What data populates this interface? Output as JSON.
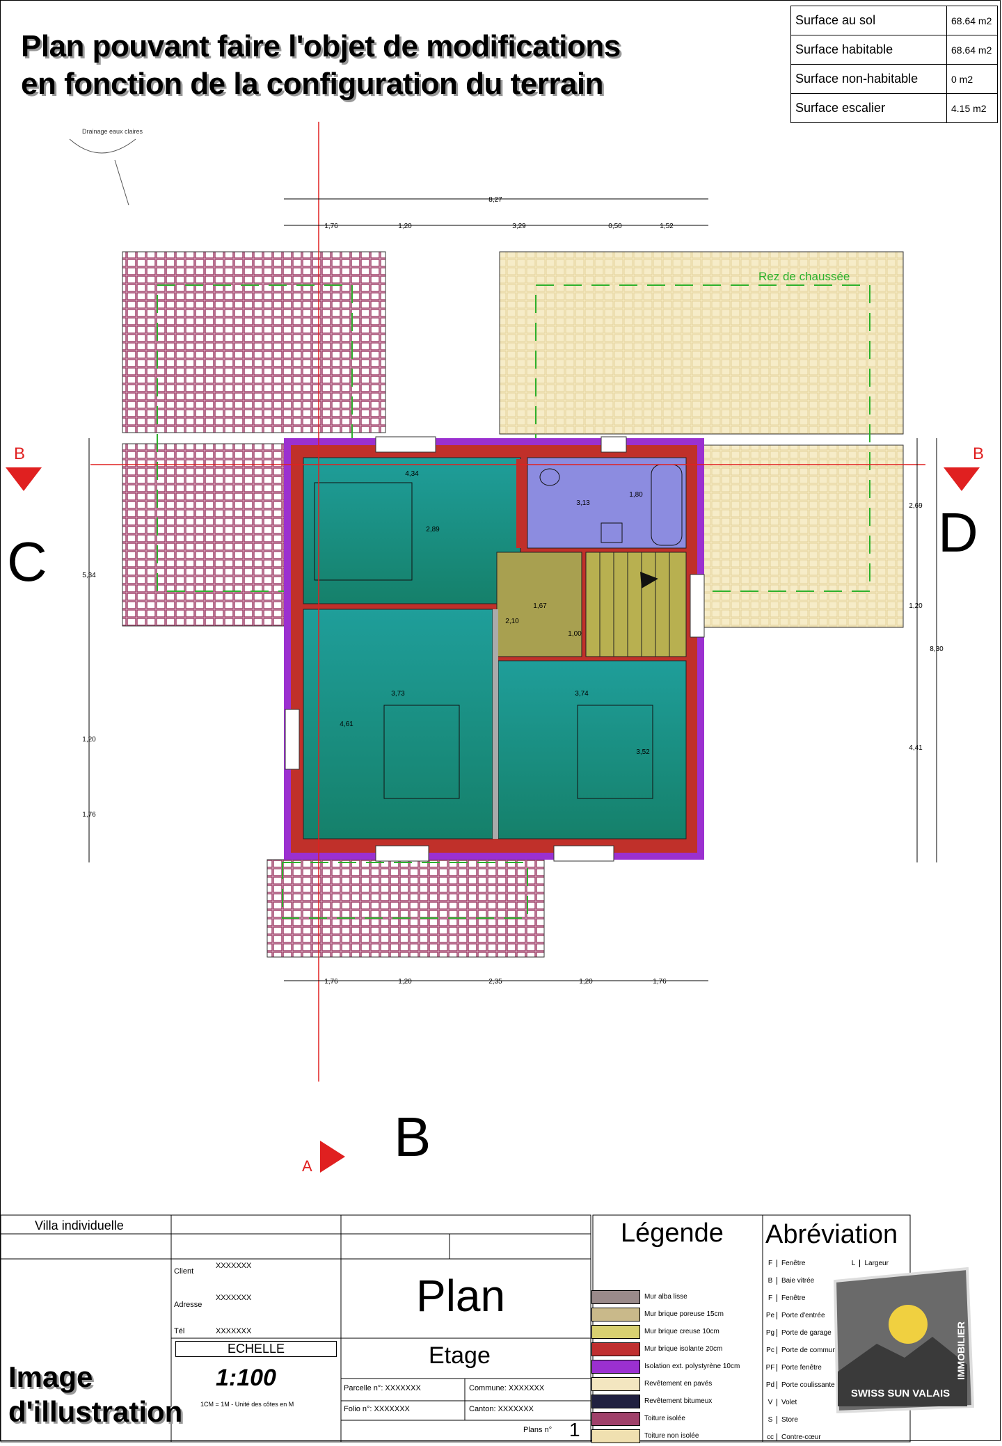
{
  "header": {
    "line1": "Plan pouvant faire l'objet de modifications",
    "line2": "en fonction de la configuration du terrain"
  },
  "surfaces": [
    {
      "label": "Surface au sol",
      "value": "68.64 m2"
    },
    {
      "label": "Surface habitable",
      "value": "68.64 m2"
    },
    {
      "label": "Surface non-habitable",
      "value": "0 m2"
    },
    {
      "label": "Surface escalier",
      "value": "4.15 m2"
    }
  ],
  "plan": {
    "drainage": "Drainage eaux claires",
    "rez": "Rez de chaussée",
    "section_labels": {
      "b_left": "B",
      "b_right": "B",
      "c": "C",
      "d": "D",
      "b_bottom": "B",
      "a": "A"
    },
    "dims_top": {
      "total": "8,27",
      "parts": [
        "1,76",
        "1,20",
        "3,29",
        "0,50",
        "1,52"
      ]
    },
    "dims_bottom": [
      "1,76",
      "1,20",
      "2,35",
      "1,20",
      "1,76"
    ],
    "dims_left": {
      "total": "5,34",
      "parts": [
        "1,20",
        "1,76"
      ]
    },
    "dims_right": {
      "total": "8,30",
      "parts": [
        "2,69",
        "1,20",
        "4,41"
      ]
    },
    "inner_dims": [
      "4,34",
      "2,89",
      "3,13",
      "1,80",
      "1,67",
      "2,10",
      "1,00",
      "3,73",
      "4,61",
      "3,74",
      "3,52"
    ]
  },
  "cartouche": {
    "project": "Villa individuelle",
    "client_label": "Client",
    "address_label": "Adresse",
    "tel_label": "Tél",
    "placeholder": "XXXXXXX",
    "echelle_label": "ECHELLE",
    "scale": "1:100",
    "scale_note": "1CM = 1M - Unité des côtes en M",
    "plan_title": "Plan",
    "plan_sub": "Etage",
    "parcelle": "Parcelle n°: XXXXXXX",
    "commune": "Commune: XXXXXXX",
    "folio": "Folio n°:    XXXXXXX",
    "canton": "Canton:      XXXXXXX",
    "plans_no_label": "Plans n°",
    "plans_no": "1",
    "legend_title": "Légende",
    "abbr_title": "Abréviation",
    "legend": [
      {
        "label": "Mur alba lisse",
        "color": "#9a8a8a"
      },
      {
        "label": "Mur brique poreuse 15cm",
        "color": "#c9b98a"
      },
      {
        "label": "Mur brique creuse 10cm",
        "color": "#d8d070"
      },
      {
        "label": "Mur brique isolante 20cm",
        "color": "#c03030"
      },
      {
        "label": "Isolation ext. polystyrène 10cm",
        "color": "#9b30d0"
      },
      {
        "label": "Revêtement en pavés",
        "color": "#f3e6c0"
      },
      {
        "label": "Revêtement bitumeux",
        "color": "#202040"
      },
      {
        "label": "Toiture isolée",
        "color": "#a0406a"
      },
      {
        "label": "Toiture non isolée",
        "color": "#f0e0b0"
      }
    ],
    "abbreviations": [
      {
        "k": "F",
        "v": "Fenêtre"
      },
      {
        "k": "B",
        "v": "Baie vitrée"
      },
      {
        "k": "F",
        "v": "Fenêtre"
      },
      {
        "k": "Pe",
        "v": "Porte d'entrée"
      },
      {
        "k": "Pg",
        "v": "Porte de garage"
      },
      {
        "k": "Pc",
        "v": "Porte de communication"
      },
      {
        "k": "PF",
        "v": "Porte fenêtre"
      },
      {
        "k": "Pd",
        "v": "Porte coulissante"
      },
      {
        "k": "V",
        "v": "Volet"
      },
      {
        "k": "S",
        "v": "Store"
      },
      {
        "k": "cc",
        "v": "Contre-cœur"
      }
    ],
    "abbr_extra": {
      "k": "L",
      "v": "Largeur"
    }
  },
  "illustration": {
    "line1": "Image",
    "line2": "d'illustration"
  },
  "logo": {
    "brand": "SWISS SUN VALAIS",
    "side": "IMMOBILIER"
  },
  "colors": {
    "room": "#1fa79a",
    "wall": "#c0302a",
    "insulation": "#9b30d0",
    "stair": "#b0a84a",
    "bath": "#8c8ce0",
    "roof_hatch": "#a0406a",
    "roof_light": "#f3e6c0"
  }
}
